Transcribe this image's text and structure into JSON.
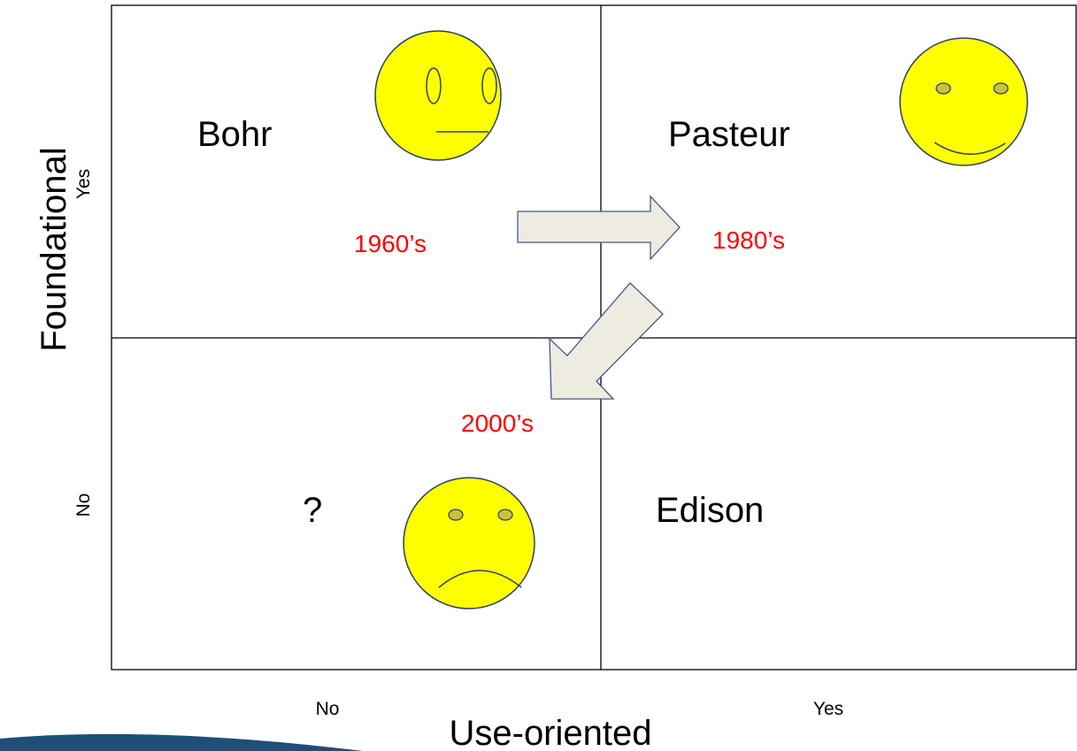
{
  "y_axis": {
    "title": "Foundational",
    "tick_yes": "Yes",
    "tick_no": "No"
  },
  "x_axis": {
    "title": "Use-oriented",
    "tick_no": "No",
    "tick_yes": "Yes"
  },
  "quadrants": {
    "top_left": {
      "label": "Bohr",
      "face": "neutral-face-icon"
    },
    "top_right": {
      "label": "Pasteur",
      "face": "happy-face-icon"
    },
    "bottom_left": {
      "label": "?",
      "face": "sad-face-icon"
    },
    "bottom_right": {
      "label": "Edison"
    }
  },
  "eras": {
    "first": "1960’s",
    "second": "1980’s",
    "third": "2000’s"
  },
  "colors": {
    "face_fill": "#ffff00",
    "face_stroke": "#2b3f6b",
    "eye_fill": "#c8c23a",
    "arrow_fill": "#eeece1",
    "arrow_stroke": "#3f5a8a",
    "era_text": "#ff0000",
    "grid_line": "#000000",
    "footer_band": "#1f4e79"
  }
}
